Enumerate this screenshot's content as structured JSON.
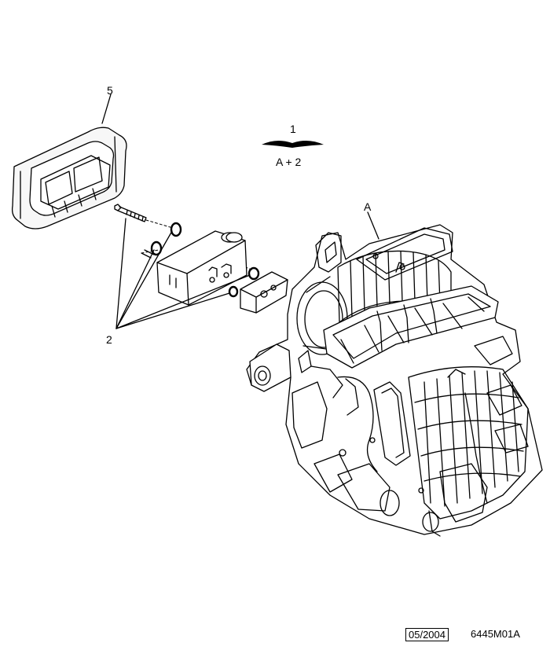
{
  "callouts": {
    "part_5": "5",
    "part_1": "1",
    "part_a_plus_2": "A + 2",
    "part_A": "A",
    "part_2": "2"
  },
  "reference": {
    "date": "05/2004",
    "code": "6445M01A"
  }
}
